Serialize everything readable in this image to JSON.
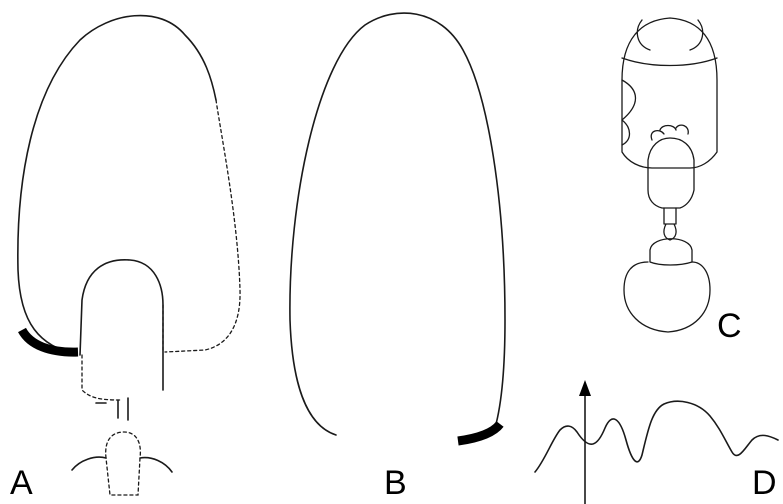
{
  "panels": {
    "a": {
      "label": "A"
    },
    "b": {
      "label": "B"
    },
    "c": {
      "label": "C"
    },
    "d": {
      "label": "D"
    }
  }
}
